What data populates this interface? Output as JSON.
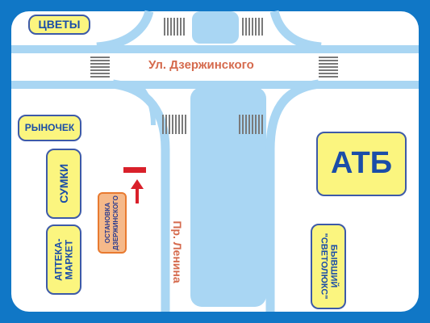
{
  "colors": {
    "frame": "#1077c6",
    "ground": "#ffffff",
    "road": "#a9d6f3",
    "box_fill": "#fbf57f",
    "box_text": "#1a4da8",
    "street_label": "#d56a4d",
    "stop_fill": "#f5b98a",
    "stop_marker": "#d9202a"
  },
  "places": {
    "tsvety": "ЦВЕТЫ",
    "rynochek": "РЫНОЧЕК",
    "sumki": "СУМКИ",
    "apteka_line1": "АПТЕКА-",
    "apteka_line2": "МАРКЕТ",
    "atb": "АТБ",
    "svetoloks_line1": "БЫВШИЙ",
    "svetoloks_line2": "\"СВЕТОЛЮКС\""
  },
  "streets": {
    "dzerzhinskogo": "Ул. Дзержинского",
    "lenina": "Пр. Ленина"
  },
  "bus_stop": {
    "line1": "ОСТАНОВКА",
    "line2": "ДЗЕРЖИНСКОГО"
  },
  "icons": {
    "you_are_here": "red-bar",
    "direction": "up-arrow"
  }
}
